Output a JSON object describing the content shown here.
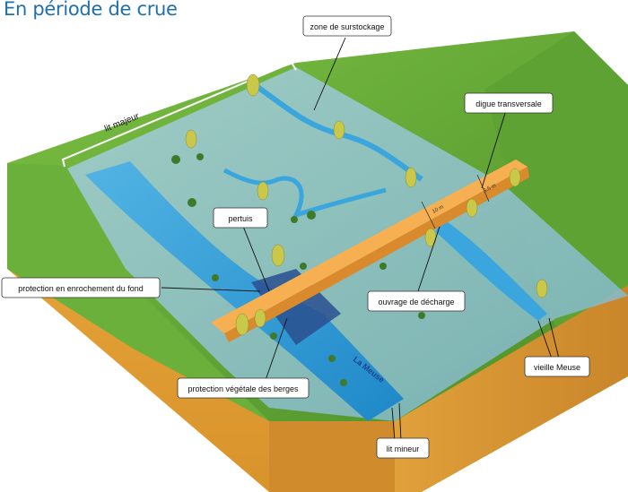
{
  "title": "En période de crue",
  "labels": {
    "zone_surstockage": "zone de surstockage",
    "digue_transversale": "digue transversale",
    "pertuis": "pertuis",
    "protection_fond": "protection en enrochement du fond",
    "ouvrage_decharge": "ouvrage de décharge",
    "vieille_meuse": "vieille Meuse",
    "protection_berges": "protection végétale des berges",
    "lit_mineur": "lit mineur",
    "lit_majeur": "lit majeur",
    "la_meuse": "La Meuse",
    "dim_10m": "10 m",
    "dim_3_5m": "3.5 m"
  },
  "colors": {
    "title": "#1f6fae",
    "grass": "#6fb23a",
    "grass_dark": "#4f8f28",
    "soil": "#e3a23a",
    "soil_dark": "#c9862a",
    "flood_water": "#8fc3d8",
    "river": "#2f9bd6",
    "dike": "#f0a24a",
    "tree": "#c8c84a"
  }
}
